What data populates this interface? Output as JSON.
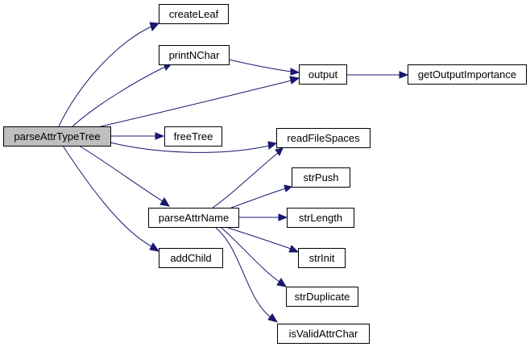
{
  "graph": {
    "nodes": {
      "root": "parseAttrTypeTree",
      "createLeaf": "createLeaf",
      "printNChar": "printNChar",
      "output": "output",
      "getOutputImportance": "getOutputImportance",
      "freeTree": "freeTree",
      "readFileSpaces": "readFileSpaces",
      "parseAttrName": "parseAttrName",
      "strPush": "strPush",
      "strLength": "strLength",
      "strInit": "strInit",
      "addChild": "addChild",
      "strDuplicate": "strDuplicate",
      "isValidAttrChar": "isValidAttrChar"
    },
    "edges": [
      [
        "root",
        "createLeaf"
      ],
      [
        "root",
        "printNChar"
      ],
      [
        "root",
        "output"
      ],
      [
        "root",
        "freeTree"
      ],
      [
        "root",
        "readFileSpaces"
      ],
      [
        "root",
        "parseAttrName"
      ],
      [
        "root",
        "addChild"
      ],
      [
        "printNChar",
        "output"
      ],
      [
        "output",
        "getOutputImportance"
      ],
      [
        "parseAttrName",
        "readFileSpaces"
      ],
      [
        "parseAttrName",
        "strPush"
      ],
      [
        "parseAttrName",
        "strLength"
      ],
      [
        "parseAttrName",
        "strInit"
      ],
      [
        "parseAttrName",
        "strDuplicate"
      ],
      [
        "parseAttrName",
        "isValidAttrChar"
      ]
    ],
    "colors": {
      "edge": "#191970",
      "root_fill": "#bfbfbf",
      "node_fill": "#ffffff",
      "node_border": "#000000"
    }
  }
}
